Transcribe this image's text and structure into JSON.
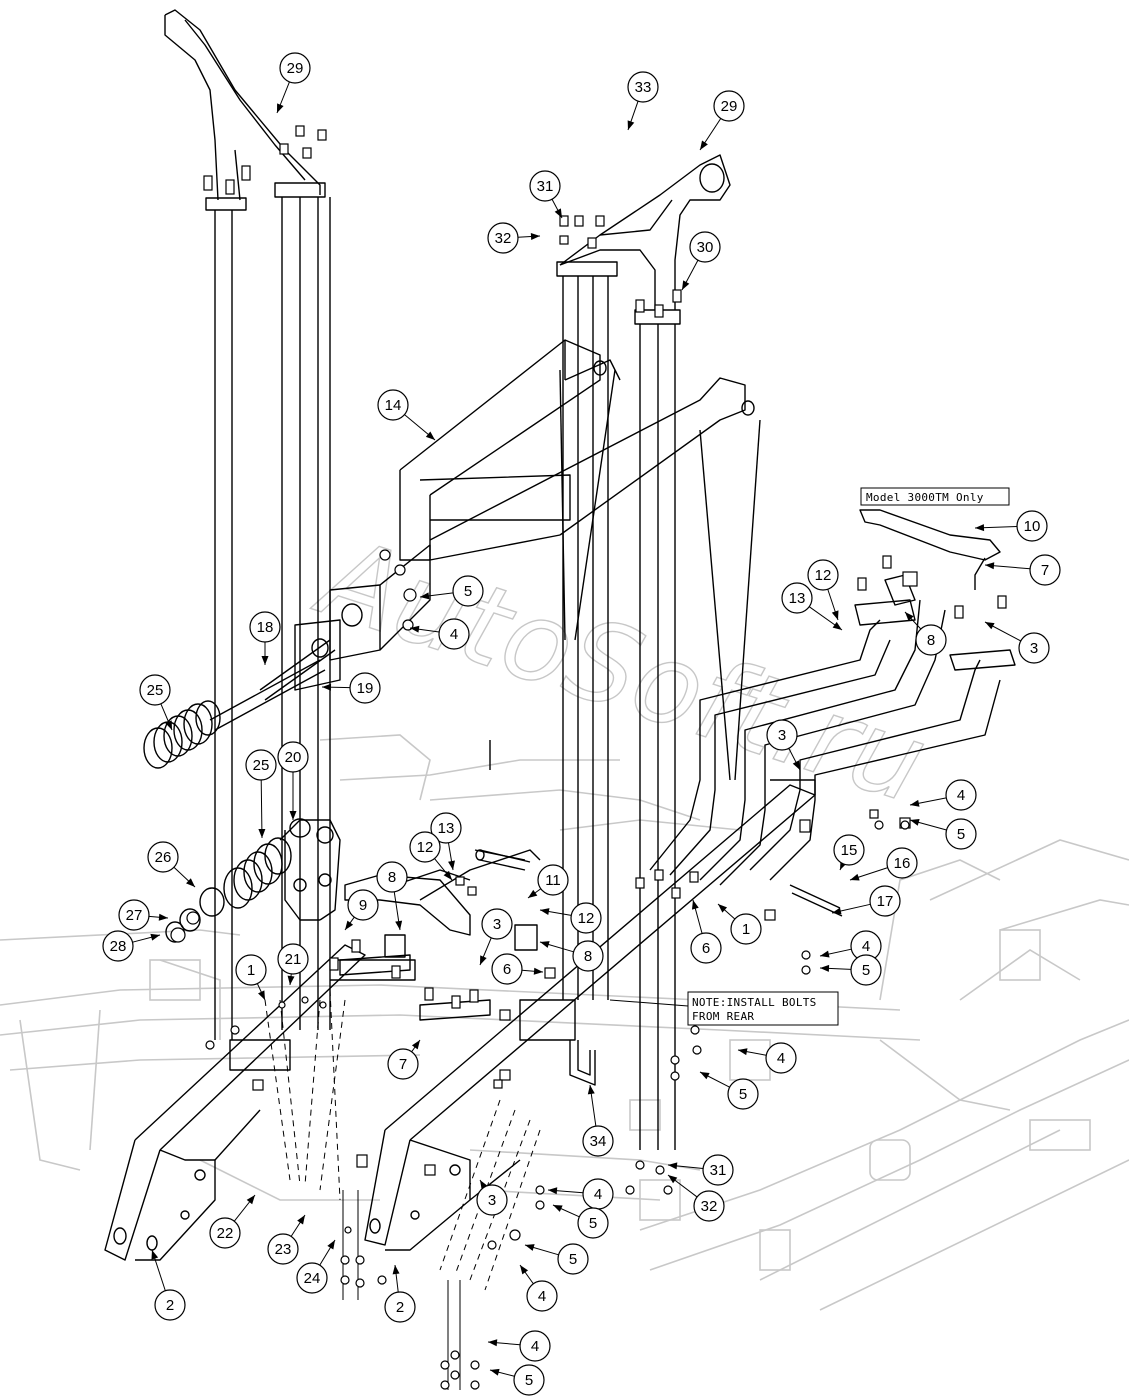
{
  "notes": {
    "model_label": "Model 3000TM Only",
    "install_note_line1": "NOTE:INSTALL BOLTS",
    "install_note_line2": "FROM REAR"
  },
  "watermark": "AutoSoft.ru",
  "callouts": [
    {
      "label": "29"
    },
    {
      "label": "33"
    },
    {
      "label": "29"
    },
    {
      "label": "31"
    },
    {
      "label": "32"
    },
    {
      "label": "30"
    },
    {
      "label": "14"
    },
    {
      "label": "10"
    },
    {
      "label": "7"
    },
    {
      "label": "12"
    },
    {
      "label": "13"
    },
    {
      "label": "8"
    },
    {
      "label": "3"
    },
    {
      "label": "5"
    },
    {
      "label": "4"
    },
    {
      "label": "18"
    },
    {
      "label": "19"
    },
    {
      "label": "25"
    },
    {
      "label": "20"
    },
    {
      "label": "25"
    },
    {
      "label": "3"
    },
    {
      "label": "4"
    },
    {
      "label": "5"
    },
    {
      "label": "13"
    },
    {
      "label": "12"
    },
    {
      "label": "26"
    },
    {
      "label": "8"
    },
    {
      "label": "11"
    },
    {
      "label": "15"
    },
    {
      "label": "16"
    },
    {
      "label": "9"
    },
    {
      "label": "27"
    },
    {
      "label": "12"
    },
    {
      "label": "17"
    },
    {
      "label": "1"
    },
    {
      "label": "6"
    },
    {
      "label": "28"
    },
    {
      "label": "3"
    },
    {
      "label": "8"
    },
    {
      "label": "4"
    },
    {
      "label": "21"
    },
    {
      "label": "1"
    },
    {
      "label": "6"
    },
    {
      "label": "5"
    },
    {
      "label": "7"
    },
    {
      "label": "4"
    },
    {
      "label": "5"
    },
    {
      "label": "34"
    },
    {
      "label": "31"
    },
    {
      "label": "4"
    },
    {
      "label": "32"
    },
    {
      "label": "3"
    },
    {
      "label": "5"
    },
    {
      "label": "22"
    },
    {
      "label": "5"
    },
    {
      "label": "23"
    },
    {
      "label": "24"
    },
    {
      "label": "4"
    },
    {
      "label": "2"
    },
    {
      "label": "2"
    },
    {
      "label": "4"
    },
    {
      "label": "5"
    }
  ]
}
